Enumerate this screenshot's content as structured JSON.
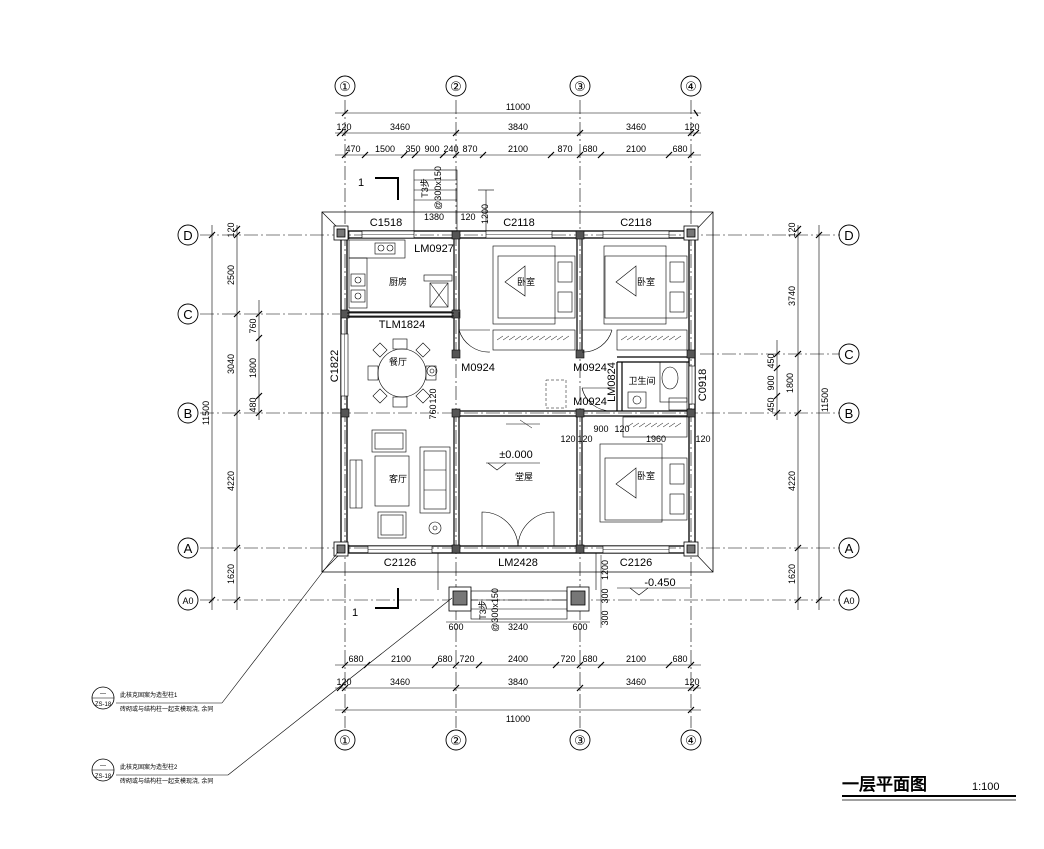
{
  "axes": {
    "vertical": [
      "①",
      "②",
      "③",
      "④"
    ],
    "horizontal": [
      "D",
      "C",
      "B",
      "A",
      "A0"
    ]
  },
  "dims": {
    "top_total": "11000",
    "top_seg": [
      "120",
      "3460",
      "3840",
      "3460",
      "120"
    ],
    "top_det": [
      "470",
      "1500",
      "350",
      "900",
      "240",
      "870",
      "2100",
      "870",
      "680",
      "2100",
      "680"
    ],
    "bot_det": [
      "680",
      "2100",
      "680",
      "720",
      "2400",
      "720",
      "680",
      "2100",
      "680"
    ],
    "bot_seg": [
      "120",
      "3460",
      "3840",
      "3460",
      "120"
    ],
    "bot_total": "11000",
    "left_total": "11500",
    "left_seg": [
      "120",
      "2500",
      "3040",
      "4220",
      "1620"
    ],
    "left_det": [
      "760",
      "1800",
      "480"
    ],
    "right_total": "11500",
    "right_seg": [
      "120",
      "3740",
      "4220",
      "1620"
    ],
    "right_det": [
      "450",
      "900",
      "450",
      "1800"
    ],
    "misc": [
      "1380",
      "120",
      "1200",
      "120",
      "120",
      "900",
      "120",
      "1960",
      "120",
      "760",
      "120",
      "600",
      "3240",
      "600",
      "1200",
      "300",
      "300"
    ]
  },
  "openings": {
    "c1518": "C1518",
    "lm0927": "LM0927",
    "c2118a": "C2118",
    "c2118b": "C2118",
    "tlm1824": "TLM1824",
    "c1822": "C1822",
    "m0924a": "M0924",
    "m0924b": "M0924",
    "m0924c": "M0924",
    "lm0824": "LM0824",
    "c0918": "C0918",
    "c2126a": "C2126",
    "lm2428": "LM2428",
    "c2126b": "C2126"
  },
  "rooms": {
    "kitchen": "厨房",
    "bedroom1": "卧室",
    "bedroom2": "卧室",
    "dining": "餐厅",
    "bath": "卫生间",
    "hall": "堂屋",
    "living": "客厅",
    "bedroom3": "卧室"
  },
  "stair": {
    "label": "T3步",
    "spec": "@300x150"
  },
  "levels": {
    "floor": "±0.000",
    "outside": "-0.450"
  },
  "section": {
    "mark": "1"
  },
  "notes": [
    {
      "line1": "此核克固案为造型柱1",
      "line2": "砖砌或与结构柱一起支模现浇, 余同",
      "sym": "—",
      "ref": "ZS-18"
    },
    {
      "line1": "此核克固案为造型柱2",
      "line2": "砖砌或与结构柱一起支模现浇, 余同",
      "sym": "—",
      "ref": "ZS-18"
    }
  ],
  "title": {
    "text": "一层平面图",
    "scale": "1:100"
  }
}
